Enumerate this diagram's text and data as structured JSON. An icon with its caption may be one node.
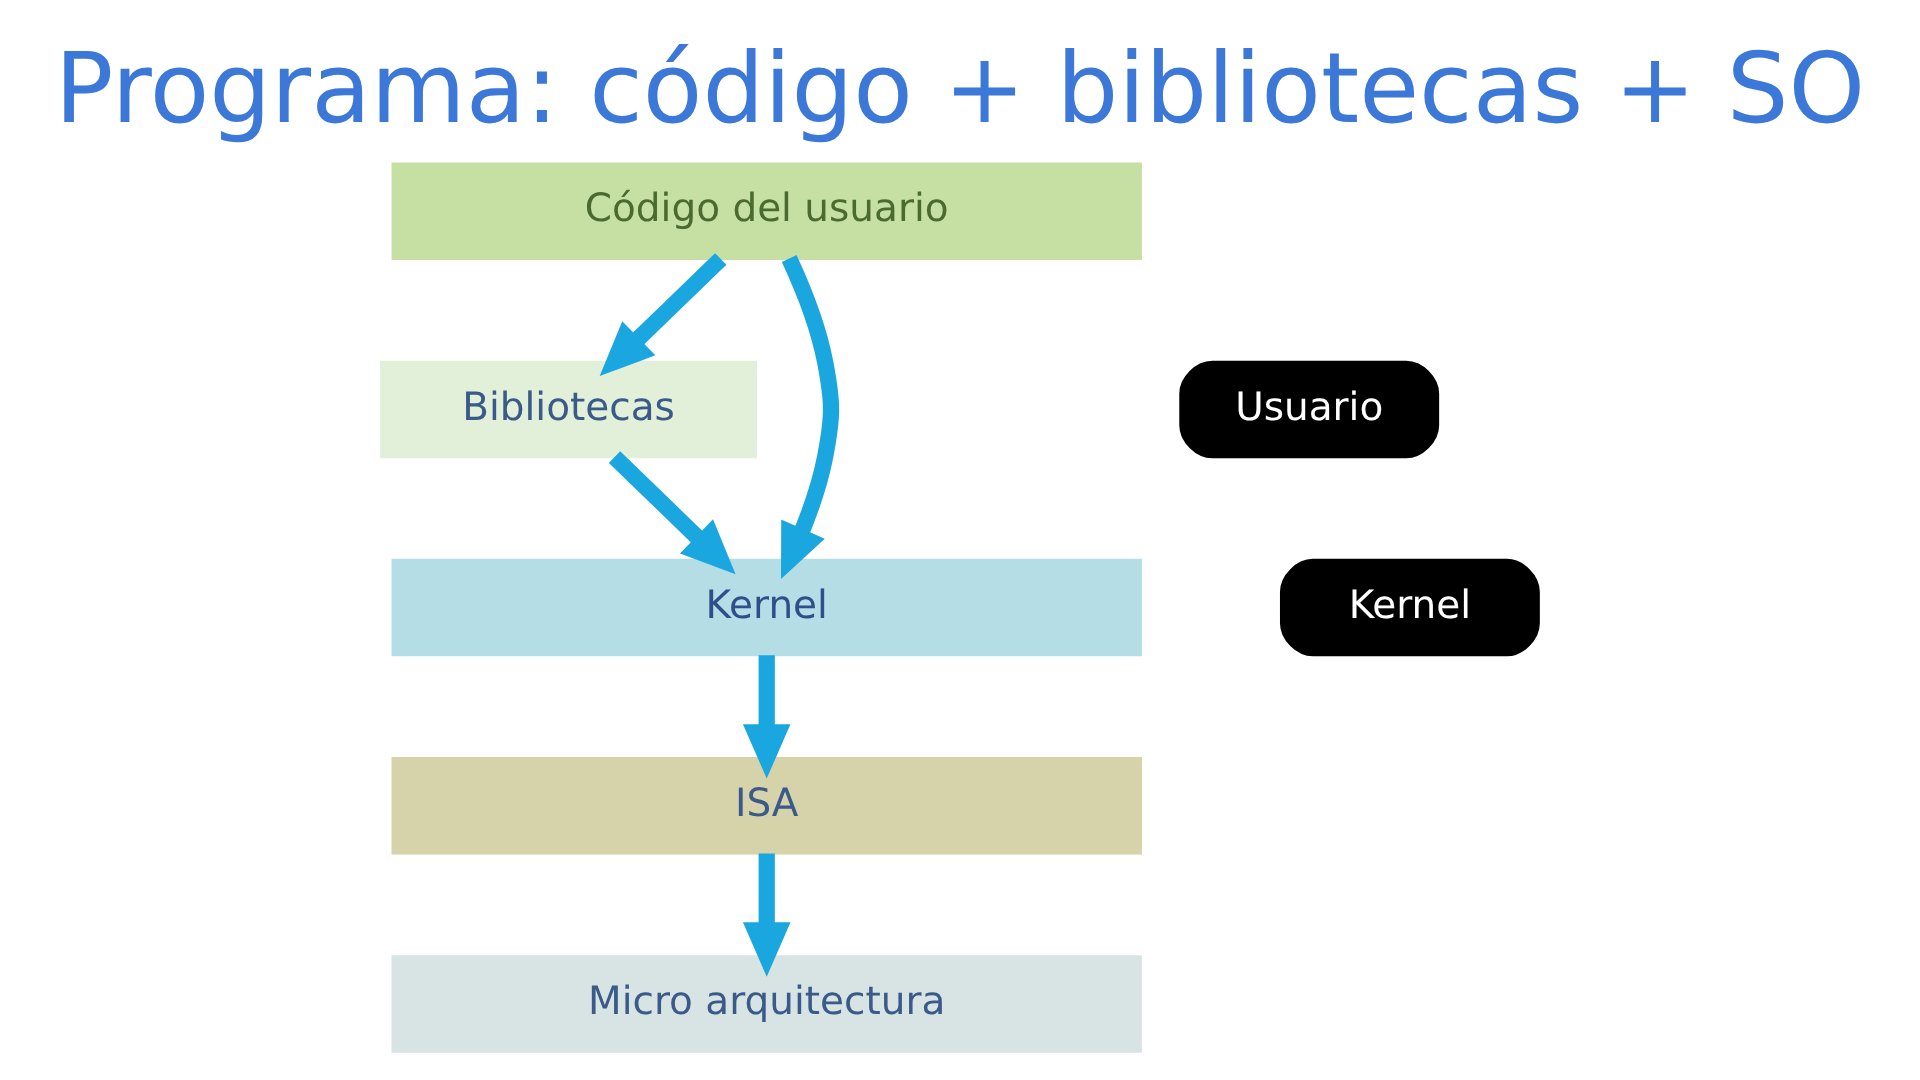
{
  "diagram": {
    "title": "Programa: código + bibliotecas + SO",
    "nodes": [
      {
        "text": [
          "Código del usuario"
        ]
      },
      {
        "text": [
          "Bibliotecas"
        ]
      },
      {
        "text": [
          "Kernel"
        ]
      },
      {
        "text": [
          "ISA"
        ]
      },
      {
        "text": [
          "Micro arquitectura"
        ]
      },
      {
        "text": [
          "Usuario"
        ]
      },
      {
        "text": [
          "Kernel"
        ]
      }
    ],
    "edges": [
      {
        "from": 0,
        "to": 2,
        "arrow": "to"
      },
      {
        "from": 0,
        "to": 1,
        "arrow": "to"
      },
      {
        "from": 1,
        "to": 2,
        "arrow": "to"
      },
      {
        "from": 2,
        "to": 3,
        "arrow": "to"
      },
      {
        "from": 3,
        "to": 4,
        "arrow": "to"
      }
    ]
  }
}
